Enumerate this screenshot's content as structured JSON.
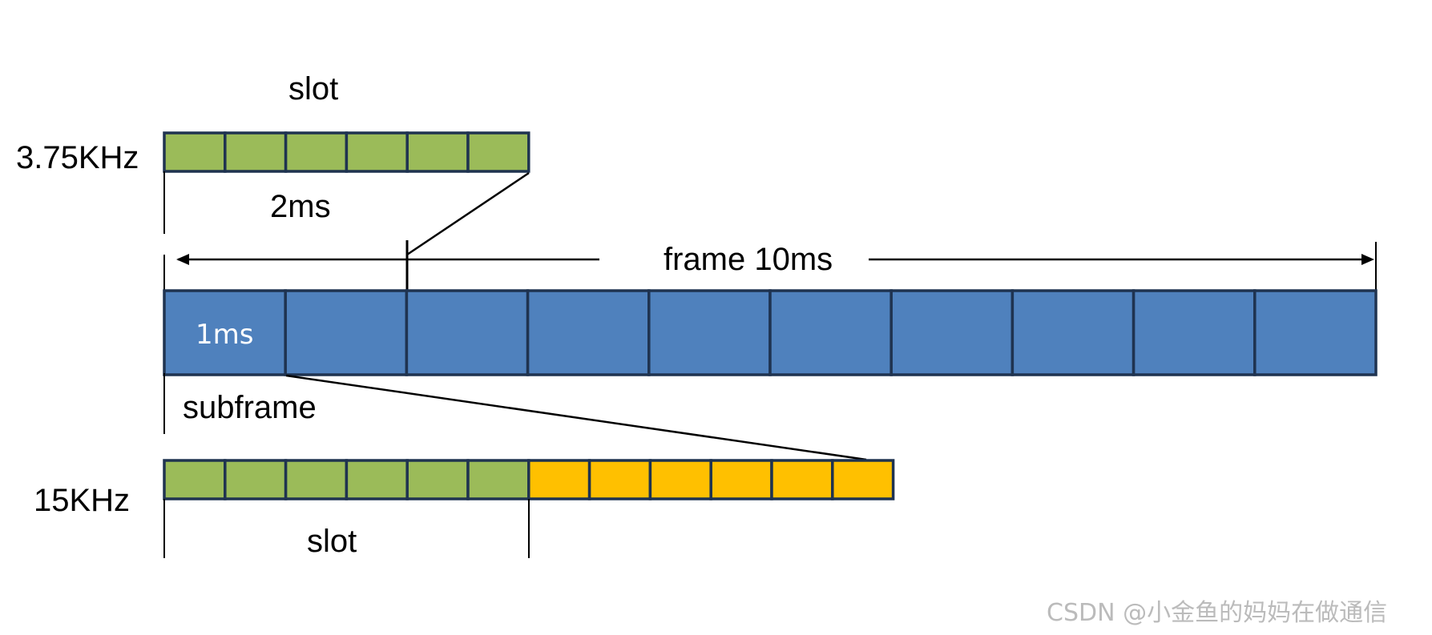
{
  "labels": {
    "top_slot": "slot",
    "freq_375": "3.75KHz",
    "two_ms": "2ms",
    "frame": "frame 10ms",
    "one_ms": "1ms",
    "subframe": "subframe",
    "freq_15": "15KHz",
    "bottom_slot": "slot",
    "watermark": "CSDN @小金鱼的妈妈在做通信"
  },
  "frame": {
    "subframe_count": 10
  },
  "grid_375": {
    "cells": [
      "green",
      "green",
      "green",
      "green",
      "green",
      "green"
    ]
  },
  "grid_15": {
    "cells": [
      "green",
      "green",
      "green",
      "green",
      "green",
      "green",
      "yellow",
      "yellow",
      "yellow",
      "yellow",
      "yellow",
      "yellow"
    ]
  },
  "colors": {
    "frame_fill": "#4F81BD",
    "border": "#1F3350",
    "green": "#9BBB59",
    "yellow": "#FFC000",
    "text": "#000000",
    "text_white": "#FFFFFF",
    "watermark": "#BBBBBB"
  }
}
